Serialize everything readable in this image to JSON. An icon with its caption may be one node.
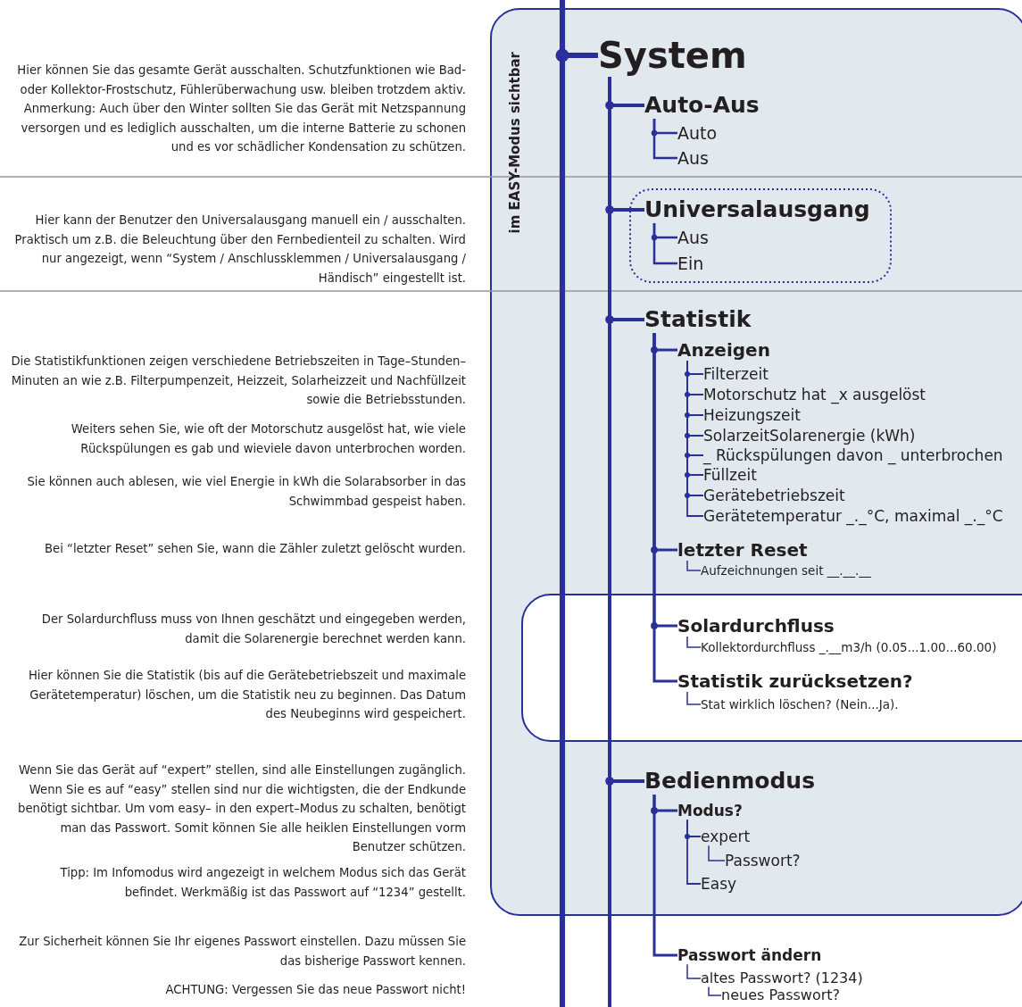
{
  "diagram": {
    "nodes": [
      {
        "text": [
          "System"
        ]
      },
      {
        "text": [
          "Auto-Aus"
        ]
      },
      {
        "text": [
          "Auto"
        ]
      },
      {
        "text": [
          "Aus"
        ]
      },
      {
        "text": [
          "Universalausgang"
        ]
      },
      {
        "text": [
          "Aus"
        ]
      },
      {
        "text": [
          "Ein"
        ]
      },
      {
        "text": [
          "Statistik"
        ]
      },
      {
        "text": [
          "Anzeigen"
        ]
      },
      {
        "text": [
          "Filterzeit"
        ]
      },
      {
        "text": [
          "Motorschutz hat _x ausgelöst"
        ]
      },
      {
        "text": [
          "Heizungszeit"
        ]
      },
      {
        "text": [
          "SolarzeitSolarenergie (kWh)"
        ]
      },
      {
        "text": [
          "_ Rückspülungen davon _ unterbrochen"
        ]
      },
      {
        "text": [
          "Füllzeit"
        ]
      },
      {
        "text": [
          "Gerätebetriebszeit"
        ]
      },
      {
        "text": [
          "Gerätetemperatur _._°C, maximal _._°C"
        ]
      },
      {
        "text": [
          "letzter Reset"
        ]
      },
      {
        "text": [
          "Aufzeichnungen seit __.__.__"
        ]
      },
      {
        "text": [
          "Solardurchfluss"
        ]
      },
      {
        "text": [
          "Kollektordurchfluss _.__m3/h (0.05...1.00...60.00)"
        ]
      },
      {
        "text": [
          "Statistik zurücksetzen?"
        ]
      },
      {
        "text": [
          "Stat wirklich löschen? (Nein...Ja)."
        ]
      },
      {
        "text": [
          "Bedienmodus"
        ]
      },
      {
        "text": [
          "Modus?"
        ]
      },
      {
        "text": [
          "expert"
        ]
      },
      {
        "text": [
          "Passwort?"
        ]
      },
      {
        "text": [
          "Easy"
        ]
      },
      {
        "text": [
          "Passwort ändern"
        ]
      },
      {
        "text": [
          "altes Passwort? (1234)"
        ]
      },
      {
        "text": [
          "neues Passwort?"
        ]
      }
    ],
    "edges": [
      {
        "from": null,
        "to": 0,
        "arrow": "none",
        "style": "thick"
      },
      {
        "from": 0,
        "to": 1,
        "arrow": "none",
        "style": "thick"
      },
      {
        "from": 1,
        "to": 2,
        "arrow": "none"
      },
      {
        "from": 1,
        "to": 3,
        "arrow": "none"
      },
      {
        "from": 0,
        "to": 4,
        "arrow": "none",
        "style": "thick"
      },
      {
        "from": 4,
        "to": 5,
        "arrow": "none"
      },
      {
        "from": 4,
        "to": 6,
        "arrow": "none"
      },
      {
        "from": 0,
        "to": 7,
        "arrow": "none",
        "style": "thick"
      },
      {
        "from": 7,
        "to": 8,
        "arrow": "none"
      },
      {
        "from": 8,
        "to": 9,
        "arrow": "none"
      },
      {
        "from": 8,
        "to": 10,
        "arrow": "none"
      },
      {
        "from": 8,
        "to": 11,
        "arrow": "none"
      },
      {
        "from": 8,
        "to": 12,
        "arrow": "none"
      },
      {
        "from": 8,
        "to": 13,
        "arrow": "none"
      },
      {
        "from": 8,
        "to": 14,
        "arrow": "none"
      },
      {
        "from": 8,
        "to": 15,
        "arrow": "none"
      },
      {
        "from": 8,
        "to": 16,
        "arrow": "none"
      },
      {
        "from": 7,
        "to": 17,
        "arrow": "none"
      },
      {
        "from": 17,
        "to": 18,
        "arrow": "none"
      },
      {
        "from": 7,
        "to": 19,
        "arrow": "none"
      },
      {
        "from": 19,
        "to": 20,
        "arrow": "none"
      },
      {
        "from": 7,
        "to": 21,
        "arrow": "none"
      },
      {
        "from": 21,
        "to": 22,
        "arrow": "none"
      },
      {
        "from": 0,
        "to": 23,
        "arrow": "none",
        "style": "thick"
      },
      {
        "from": 23,
        "to": 24,
        "arrow": "none"
      },
      {
        "from": 24,
        "to": 25,
        "arrow": "none"
      },
      {
        "from": 25,
        "to": 26,
        "arrow": "none"
      },
      {
        "from": 24,
        "to": 27,
        "arrow": "none"
      },
      {
        "from": 23,
        "to": 28,
        "arrow": "none"
      },
      {
        "from": 28,
        "to": 29,
        "arrow": "none"
      },
      {
        "from": 29,
        "to": 30,
        "arrow": "none"
      },
      {
        "from": 0,
        "to": null,
        "arrow": "none",
        "style": "thick"
      }
    ],
    "labels": [
      "im EASY-Modus sichtbar",
      "Hier können Sie das gesamte Gerät ausschalten. Schutzfunktionen wie Bad- oder Kollektor-Frostschutz, Fühlerüberwachung usw. bleiben trotzdem aktiv. Anmerkung: Auch über den Winter sollten Sie das Gerät mit Netzspannung versorgen und es lediglich ausschalten, um die interne Batterie zu schonen und es vor schädlicher Kondensation zu schützen.",
      "Hier kann der Benutzer den Universalausgang manuell ein / ausschalten. Praktisch um z.B. die Beleuchtung über den Fernbedienteil zu schalten. Wird nur angezeigt, wenn “System / Anschlussklemmen / Universalausgang / Händisch” eingestellt ist.",
      "Die Statistikfunktionen zeigen verschiedene Betriebszeiten in Tage–Stunden–Minuten an wie z.B. Filterpumpenzeit, Heizzeit, Solarheizzeit und Nachfüllzeit sowie die Betriebsstunden.",
      "Weiters sehen Sie, wie oft der Motorschutz ausgelöst hat, wie viele Rückspülungen es gab und wieviele davon unterbrochen worden.",
      "Sie können auch ablesen, wie viel Energie in kWh die Solarabsorber in das Schwimmbad gespeist haben.",
      "Bei “letzter Reset” sehen Sie, wann die Zähler zuletzt gelöscht wurden.",
      "Der Solardurchfluss muss von Ihnen geschätzt und eingegeben werden, damit die Solarenergie berechnet werden kann.",
      "Hier können Sie die Statistik (bis auf die Gerätebetriebszeit und maximale Gerätetemperatur) löschen, um die Statistik neu zu beginnen. Das Datum des Neubeginns wird gespeichert.",
      "Wenn Sie das Gerät auf “expert” stellen, sind alle Einstellungen zugänglich. Wenn Sie es auf “easy” stellen sind nur die wichtigsten, die der Endkunde benötigt sichtbar. Um vom easy– in den expert–Modus zu schalten, benötigt man das Passwort. Somit können Sie alle heiklen Einstellungen vorm Benutzer schützen.",
      "Tipp: Im Infomodus wird angezeigt in welchem Modus sich das Gerät befindet. Werkmäßig ist das Passwort auf “1234” gestellt.",
      "Zur Sicherheit können Sie Ihr eigenes Passwort einstellen. Dazu müssen Sie das bisherige Passwort kennen.",
      "ACHTUNG: Vergessen Sie das neue Passwort nicht!"
    ]
  }
}
